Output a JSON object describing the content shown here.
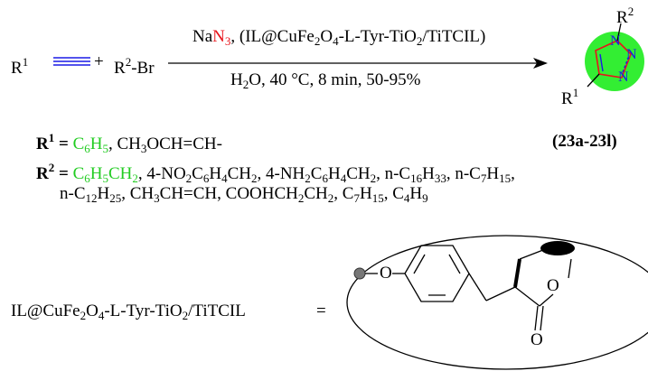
{
  "colors": {
    "highlight_green": "#22cc22",
    "azide_red": "#e8141b",
    "alkyne_blue": "#1a1ae6",
    "triazole_fill": "#33ee33",
    "triazole_nitrogen_blue": "#1a1ae6",
    "triazole_ring_red": "#e8141b"
  },
  "reaction": {
    "r1_prefix": "R",
    "r1_sup": "1",
    "plus": "+",
    "r2_prefix": "R",
    "r2_sup": "2",
    "r2_suffix": "-Br",
    "reagent": {
      "na": "Na",
      "n3": "N",
      "n3_sub": "3",
      "paren_open": ", (IL@CuFe",
      "sub2a": "2",
      "o4": "O",
      "sub4": "4",
      "tyr": "-L-Tyr-TiO",
      "sub2b": "2",
      "tail": "/TiTCIL)"
    },
    "conditions": {
      "h": "H",
      "sub2": "2",
      "rest": "O, 40 °C, 8 min, 50-95%"
    },
    "product": {
      "r2_label": "R",
      "r2_sup": "2",
      "r1_label": "R",
      "r1_sup": "1",
      "n1": "N",
      "n2": "N",
      "n3": "N"
    }
  },
  "substituents": {
    "compound_range": "(23a-23l)",
    "r1_label": "R",
    "r1_sup": "1",
    "r1_eq": "=",
    "r1_green": "C",
    "r1_green_sub6a": "6",
    "r1_green_h": "H",
    "r1_green_sub5": "5",
    "r1_rest": ", CH",
    "r1_rest_sub3": "3",
    "r1_rest_tail": "OCH=CH-",
    "r2_label": "R",
    "r2_sup": "2",
    "r2_eq": "=",
    "r2_line1": {
      "g_c": "C",
      "g_s6": "6",
      "g_h": "H",
      "g_s5": "5",
      "g_ch": "CH",
      "g_s2": "2",
      "a": ", 4-NO",
      "a_s2": "2",
      "a_c": "C",
      "a_s6": "6",
      "a_h": "H",
      "a_s4": "4",
      "a_ch": "CH",
      "a_s2b": "2",
      "b": ", 4-NH",
      "b_s2": "2",
      "b_c": "C",
      "b_s6": "6",
      "b_h": "H",
      "b_s4": "4",
      "b_ch": "CH",
      "b_s2b": "2",
      "c": ", n-C",
      "c_s16": "16",
      "c_h": "H",
      "c_s33": "33",
      "d": ", n-C",
      "d_s7": "7",
      "d_h": "H",
      "d_s15": "15",
      "d_end": ","
    },
    "r2_line2": {
      "a": "n-C",
      "a_s12": "12",
      "a_h": "H",
      "a_s25": "25",
      "b": ", CH",
      "b_s3": "3",
      "b_tail": "CH=CH, COOHCH",
      "b_s2": "2",
      "b_ch": "CH",
      "b_s2b": "2",
      "c": ", C",
      "c_s7": "7",
      "c_h": "H",
      "c_s15": "15",
      "d": ", C",
      "d_s4": "4",
      "d_h": "H",
      "d_s9": "9"
    }
  },
  "catalyst": {
    "name_a": "IL@CuFe",
    "name_s2": "2",
    "name_b": "O",
    "name_s4": "4",
    "name_c": "-L-Tyr-TiO",
    "name_s2b": "2",
    "name_d": "/TiTCIL",
    "eq": "=",
    "o_ether": "O",
    "o_ring": "O",
    "o_carbonyl": "O"
  }
}
